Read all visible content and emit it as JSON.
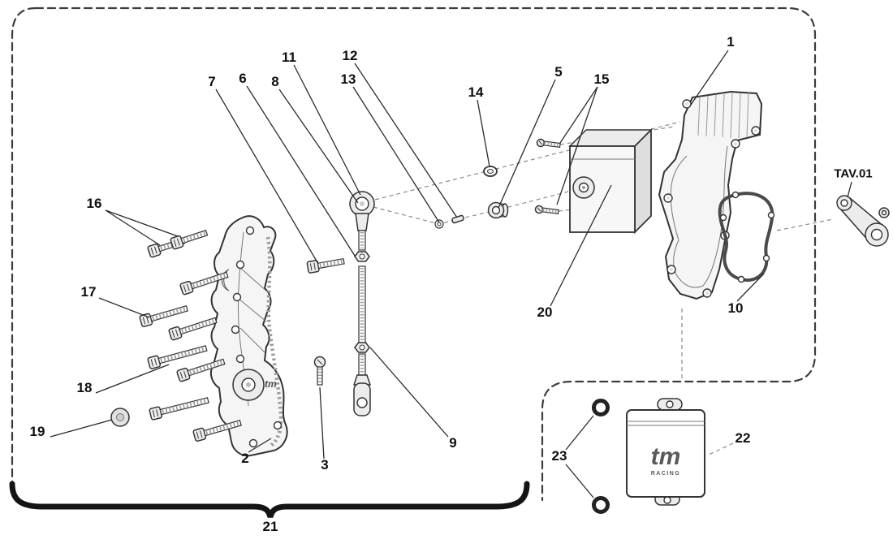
{
  "diagram": {
    "reference": "TAV.01",
    "brand": {
      "logo": "tm",
      "sub": "RACING"
    },
    "callouts": {
      "c1": "1",
      "c2": "2",
      "c3": "3",
      "c5": "5",
      "c6": "6",
      "c7": "7",
      "c8": "8",
      "c9": "9",
      "c10": "10",
      "c11": "11",
      "c12": "12",
      "c13": "13",
      "c14": "14",
      "c15": "15",
      "c16": "16",
      "c17": "17",
      "c18": "18",
      "c19": "19",
      "c20": "20",
      "c21": "21",
      "c22": "22",
      "c23": "23"
    },
    "colors": {
      "background": "#ffffff",
      "line": "#2b2b2b",
      "border_dash": "#3d3d3d",
      "fill_light": "#f2f2f2",
      "brand": "#5a5a5a"
    }
  }
}
